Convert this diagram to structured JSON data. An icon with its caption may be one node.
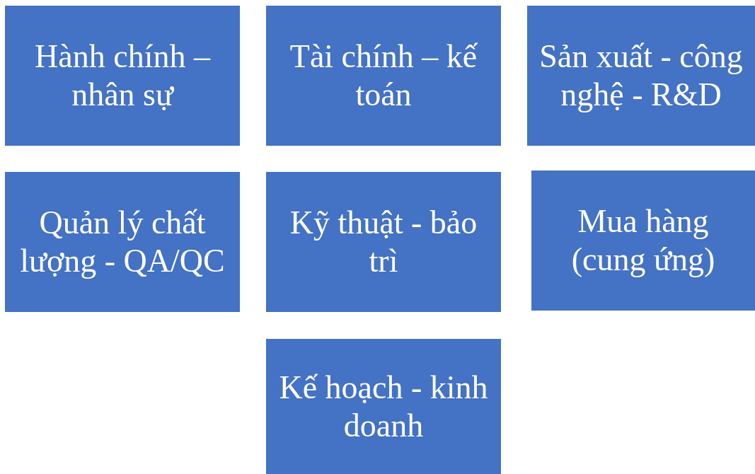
{
  "diagram": {
    "nodes": [
      {
        "text": [
          "Hành chính – nhân sự"
        ]
      },
      {
        "text": [
          "Tài chính – kế toán"
        ]
      },
      {
        "text": [
          "Sản xuất - công nghệ - R&D"
        ]
      },
      {
        "text": [
          "Quản lý chất lượng - QA/QC"
        ]
      },
      {
        "text": [
          "Kỹ thuật - bảo trì"
        ]
      },
      {
        "text": [
          "Mua hàng (cung ứng)"
        ]
      },
      {
        "text": [
          "Kế hoạch - kinh doanh"
        ]
      }
    ]
  }
}
